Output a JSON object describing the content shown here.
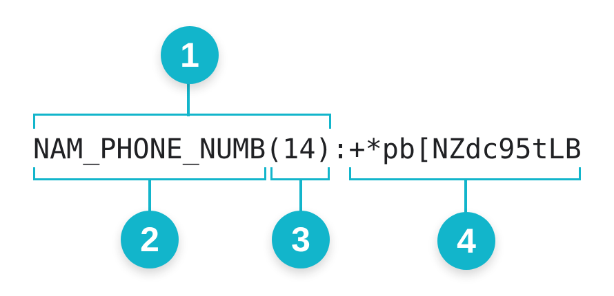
{
  "diagram": {
    "accent_color": "#12b5cb",
    "text_color": "#202124",
    "token_string": "NAM_PHONE_NUMB(14):+*pb[NZdc95tLB",
    "callouts": [
      {
        "number": "1",
        "segment": "NAM_PHONE_NUMB(14)"
      },
      {
        "number": "2",
        "segment": "NAM_PHONE_NUMB"
      },
      {
        "number": "3",
        "segment": "(14)"
      },
      {
        "number": "4",
        "segment": "+*pb[NZdc95tLB"
      }
    ]
  }
}
